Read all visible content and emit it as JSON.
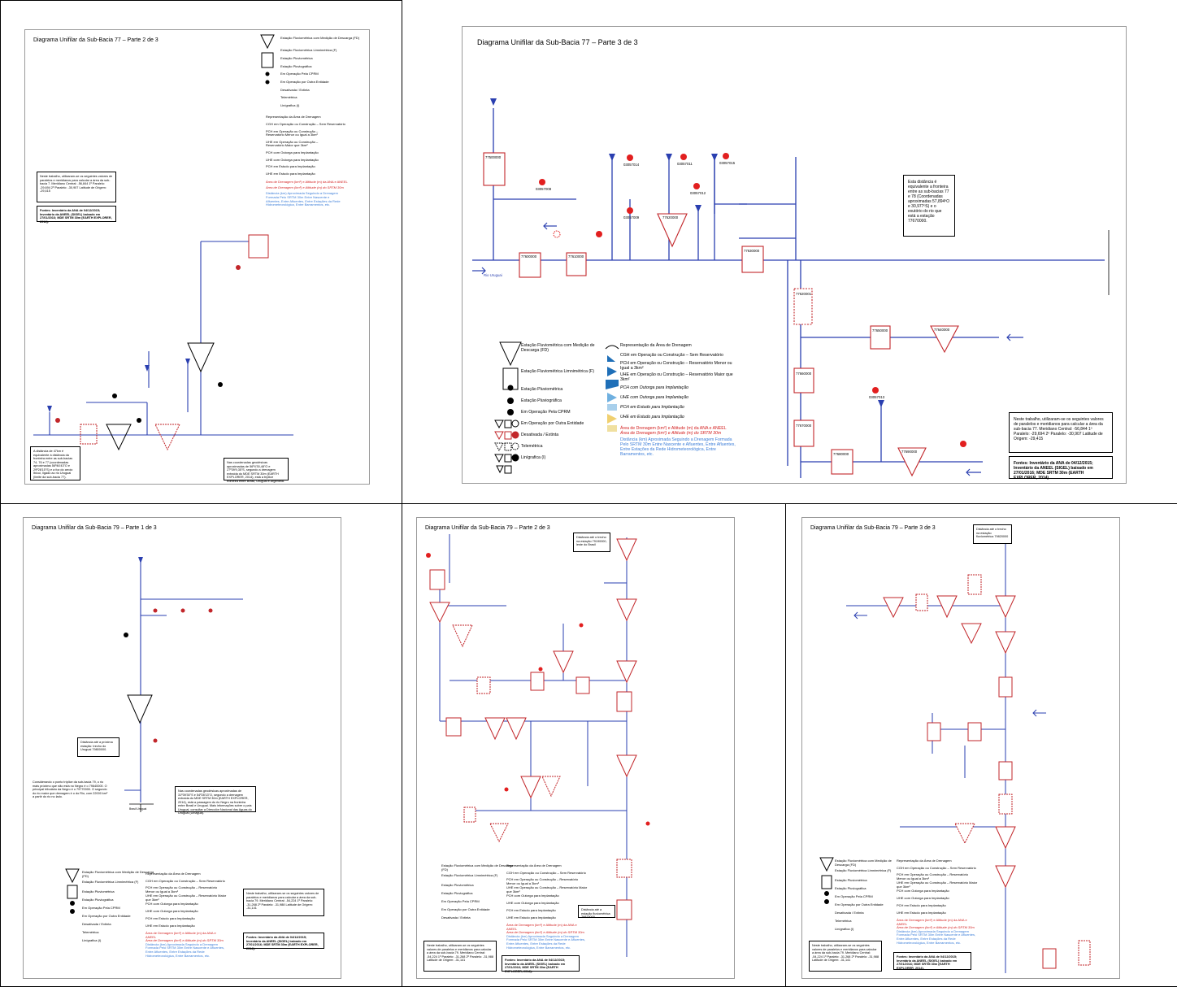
{
  "panels": [
    {
      "id": "77-2",
      "title": "Diagrama Unifilar da Sub-Bacia 77 – Parte 2 de 3",
      "note_params": "Neste trabalho, utilizaram-se os seguintes valores de paralelos e meridianos para calcular a área da sub-bacia 7. Meridiano Central: -56,844 1º Paralelo: -29,694 2º Paralelo: -30,907 Latitude de Origem: -29,415",
      "note_source": "Fontes: Inventário da ANA de 04/12/2015; Inventário da ANEEL (SIGEL) baixado em 27/01/2016; MDE SRTM 30m (EARTH EXPLORER, 2014).",
      "note_left": "A distância de 47km é equivalente à distância da fronteira entre as sub-bacias 74, 76 e 77 (coordenadas aproximadas 56º46'43\"O e 29º28'15\"S) e a foz do arroio Ibicuí, ligado ao rio Uruguai (limite da sub-bacia 77).",
      "note_bottom": "Nas coordenadas geodésicas aproximadas de 56º4'30,48\"O e 27º39'9,35\"S, segundo a drenagem extraída do MDE SRTM 30m (EARTH EXPLORER, 2014), está a tríplice fronteira entre Brasil, Uruguai e Argentina."
    },
    {
      "id": "77-3",
      "title": "Diagrama Unifilar da Sub-Bacia 77 – Parte 3 de 3",
      "note_distance": "Esta distância é equivalente a fronteira entre as sub-bacias 77 e 78 (Coordenadas aproximadas 57,894ºO e 30,977ºS) e o exutório do rio que está a estação 77670000.",
      "note_params": "Neste trabalho, utilizaram-se os seguintes valores de paralelos e meridianos para calcular a área da sub-bacia 77. Meridiano Central: -56,844 1º Paralelo: -29,694 2º Paralelo: -30,907 Latitude de Origem: -29,415",
      "note_source": "Fontes: Inventário da ANA de 04/12/2015; Inventário da ANEEL (SIGEL) baixado em 27/01/2016; MDE SRTM 30m (EARTH EXPLORER, 2014).",
      "river_label": "Rio Uruguai",
      "stations": [
        "77500000",
        "77600000",
        "77610000",
        "77620000",
        "77630000",
        "77660000",
        "77670000",
        "77680000",
        "77690000",
        "77640000",
        "77650000",
        "77620001"
      ],
      "ids_red": [
        "03057008",
        "03057014",
        "03057009",
        "03057011",
        "03057012",
        "03057015",
        "03057013"
      ]
    },
    {
      "id": "79-1",
      "title": "Diagrama Unifilar da Sub-Bacia 79 – Parte 1 de 3",
      "note_params": "Neste trabalho, utilizaram-se os seguintes valores de paralelos e meridianos para calcular a área da sub-bacia 79. Meridiano Central: -54,224 1º Paralelo: -31,268 2º Paralelo: -31,988 Latitude de Origem: -31,141",
      "note_source": "Fontes: Inventário da ANA de 04/12/2015; Inventário da ANEEL (SIGEL) baixado em 27/01/2016; MDE SRTM 30m (EARTH EXPLORER, 2014).",
      "note_distance": "Distância até a próxima estação: trecho do Uruguai 79800000.",
      "note_left": "Considerando o ponto tríplice da sub-bacia 79, o rio mais próximo que não está no Negro é o 79640000. O principal tributário da Negro é o 79770000. O segundo do rio maior que drenagem é o do Rio, com 22000 km² a partir do rio no lado.",
      "note_bottom": "Nas coordenadas geodésicas aproximadas de 31º39'30\"S e 54º28'13\"O, segundo a drenagem extraída do MDE SRTM 30m (EARTH EXPLORER, 2014), está a passagem do rio Negro na fronteira entre Brasil e Uruguai. Mais informações sobre o país Uruguai, consultar a Dirección Nacional das Aguas do Uruguai (Dinagua).",
      "river_label": "Brasil Uruguai"
    },
    {
      "id": "79-2",
      "title": "Diagrama Unifilar da Sub-Bacia 79 – Parte 2 de 3",
      "note_top": "Distância até o trecho na estação 79190000, leste do Brasil",
      "note_distance": "Distância até a estação fluviométrica 79820000",
      "note_params": "Neste trabalho, utilizaram-se os seguintes valores de paralelos e meridianos para calcular a área da sub-bacia 79. Meridiano Central: -54,224 1º Paralelo: -31,268 2º Paralelo: -31,988 Latitude de Origem: -31,141",
      "note_source": "Fontes: Inventário da ANA de 04/12/2015; Inventário da ANEEL (SIGEL) baixado em 27/01/2016; MDE SRTM 30m (EARTH EXPLORER, 2014)."
    },
    {
      "id": "79-3",
      "title": "Diagrama Unifilar da Sub-Bacia 79 – Parte 3 de 3",
      "note_top": "Distância até o trecho na estação fluviométrica 79820000",
      "note_params": "Neste trabalho, utilizaram-se os seguintes valores de paralelos e meridianos para calcular a área da sub-bacia 79. Meridiano Central: -54,224 1º Paralelo: -31,268 2º Paralelo: -31,988 Latitude de Origem: -31,141",
      "note_source": "Fontes: Inventário da ANA de 04/12/2015; Inventário da ANEEL (SIGEL) baixado em 27/01/2016; MDE SRTM 30m (EARTH EXPLORER, 2014)."
    }
  ],
  "legend": {
    "stations": [
      {
        "icon": "triangle-station-icon",
        "label": "Estação Fluviométrica com Medição de Descarga (FD)"
      },
      {
        "icon": "gauge-station-icon",
        "label": "Estação Fluviométrica Limnimétrica (F)"
      },
      {
        "icon": "rain-station-icon",
        "label": "Estação Pluviométrica"
      },
      {
        "icon": "rain-graph-station-icon",
        "label": "Estação Pluviográfica"
      },
      {
        "icon": "cprm-icon",
        "label": "Em Operação Pela CPRM"
      },
      {
        "icon": "other-entity-icon",
        "label": "Em Operação por Outra Entidade"
      },
      {
        "icon": "inactive-icon",
        "label": "Desativada / Extinta"
      },
      {
        "icon": "telemetric-icon",
        "label": "Telemétrica"
      },
      {
        "icon": "limnigraph-icon",
        "label": "Linígrafica (I)"
      }
    ],
    "plants": [
      "Representação da Área de Drenagem",
      "CGH em Operação ou Construção – Sem Reservatório",
      "PCH em Operação ou Construção – Reservatório Menor ou Igual a 3km²",
      "UHE em Operação ou Construção – Reservatório Maior que 3km²",
      "PCH com Outorga para Implantação",
      "UHE com Outorga para Implantação",
      "PCH em Estudo para Implantação",
      "UHE em Estudo para Implantação"
    ],
    "area_red": "Área de Drenagem (km²) e Altitude (m) da ANA e ANEEL",
    "area_red_italic": "Área de Drenagem (km²) e Altitude (m) do SRTM 30m",
    "distance_blue": "Distância (km) Aproximada Seguindo a Drenagem Formada Pelo SRTM 30m Entre Nascente e Afluentes, Entre Afluentes, Entre Estações da Rede Hidrometeorológica, Entre Barramentos, etc."
  },
  "colors": {
    "river": "#2a3fb0",
    "station": "#c2262a",
    "text_blue": "#3b7dd8",
    "plant_cgh": "#1f6fb8",
    "plant_outorga": "#6fb0e0",
    "plant_estudo": "#f0d070"
  }
}
